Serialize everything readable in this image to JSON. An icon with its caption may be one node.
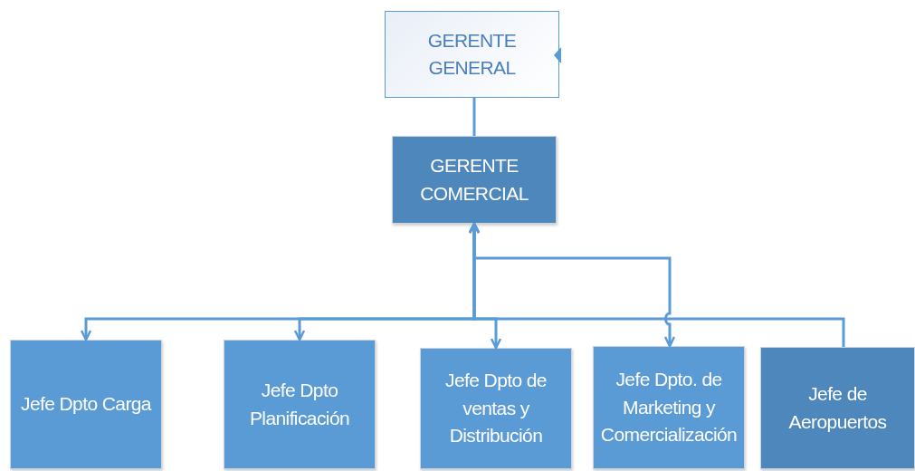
{
  "diagram": {
    "nodes": [
      {
        "text": [
          "GERENTE GENERAL"
        ]
      },
      {
        "text": [
          "GERENTE COMERCIAL"
        ]
      },
      {
        "text": [
          "Jefe Dpto Carga"
        ]
      },
      {
        "text": [
          "Jefe Dpto Planificación"
        ]
      },
      {
        "text": [
          "Jefe Dpto de ventas y Distribución"
        ]
      },
      {
        "text": [
          "Jefe Dpto. de Marketing y Comercialización"
        ]
      },
      {
        "text": [
          "Jefe de Aeropuertos"
        ]
      }
    ],
    "edges": [
      {
        "from": 0,
        "to": 1,
        "arrow": "none"
      },
      {
        "from": 1,
        "to": 2,
        "arrow": "both"
      },
      {
        "from": 1,
        "to": 3,
        "arrow": "both"
      },
      {
        "from": 1,
        "to": 4,
        "arrow": "both"
      },
      {
        "from": 1,
        "to": 5,
        "arrow": "both"
      },
      {
        "from": 6,
        "to": 1,
        "arrow": "to"
      }
    ]
  }
}
